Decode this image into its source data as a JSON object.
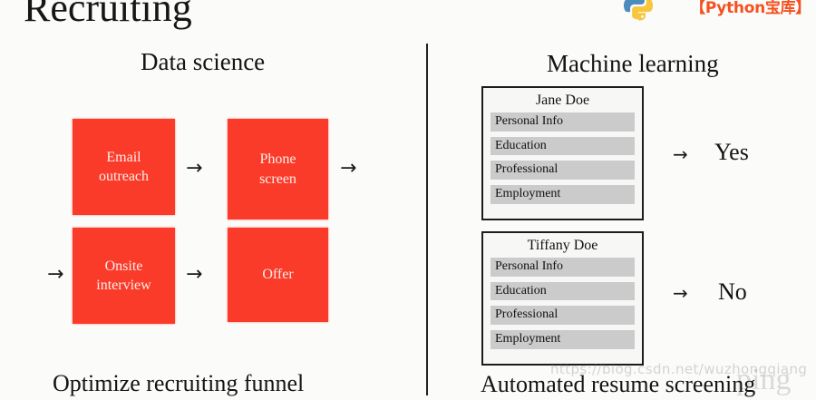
{
  "slide": {
    "title": "Recruiting",
    "background_color": "#fbfbfa"
  },
  "brand": {
    "logo_icon": "python-logo-icon",
    "text": "【Python宝库】",
    "color": "#f4511e"
  },
  "columns": {
    "left": {
      "heading": "Data science",
      "caption": "Optimize recruiting funnel",
      "box_color": "#fb3b2a",
      "steps": [
        {
          "label": "Email\noutreach",
          "line1": "Email",
          "line2": "outreach"
        },
        {
          "label": "Phone\nscreen",
          "line1": "Phone",
          "line2": "screen"
        },
        {
          "label": "Onsite\ninterview",
          "line1": "Onsite",
          "line2": "interview"
        },
        {
          "label": "Offer",
          "line1": "Offer",
          "line2": ""
        }
      ],
      "arrow_glyph": "→"
    },
    "right": {
      "heading": "Machine learning",
      "caption": "Automated resume screening",
      "field_color": "#cbcbcb",
      "arrow_glyph": "→",
      "resumes": [
        {
          "name": "Jane Doe",
          "fields": [
            "Personal Info",
            "Education",
            "Professional",
            "Employment"
          ],
          "verdict": "Yes"
        },
        {
          "name": "Tiffany Doe",
          "fields": [
            "Personal Info",
            "Education",
            "Professional",
            "Employment"
          ],
          "verdict": "No"
        }
      ]
    }
  },
  "watermark": {
    "url": "https://blog.csdn.net/wuzhongqiang",
    "big": "ping"
  }
}
